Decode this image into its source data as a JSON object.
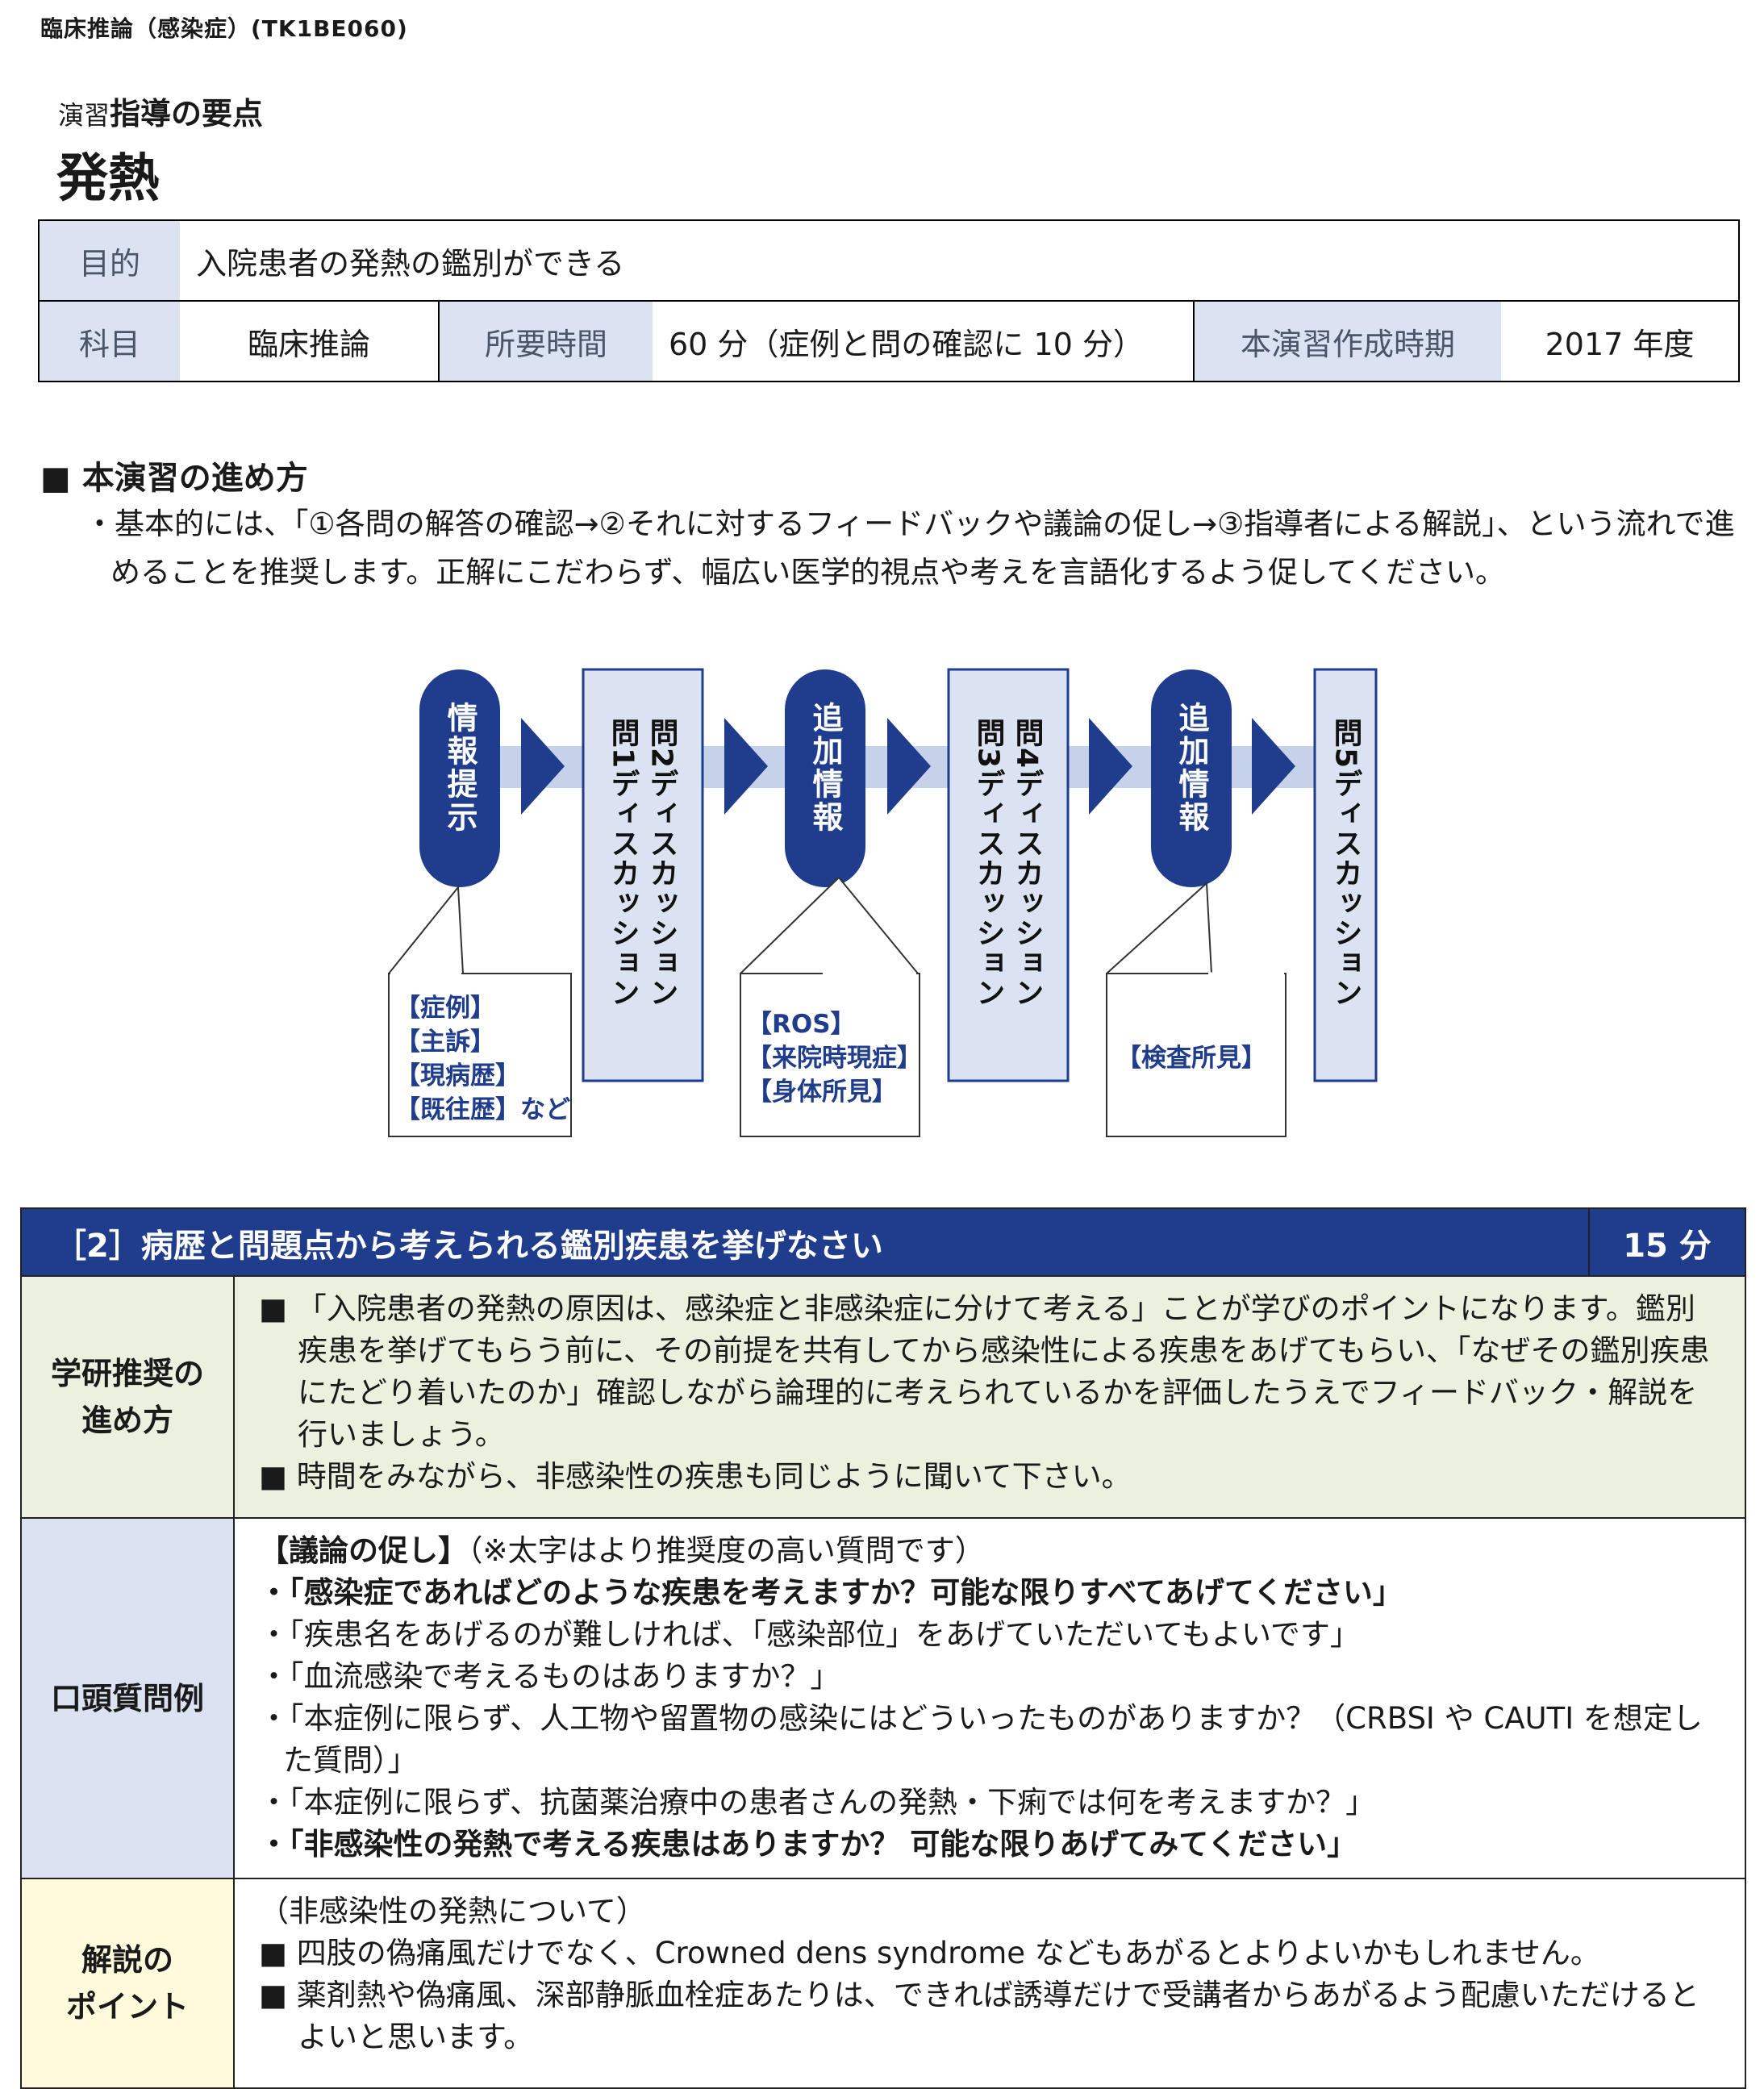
{
  "header": {
    "course": "臨床推論（感染症）(TK1BE060)",
    "subtitle_small": "演習",
    "subtitle_bold": "指導の要点",
    "title": "発熱"
  },
  "info": {
    "purpose_label": "目的",
    "purpose_value": "入院患者の発熱の鑑別ができる",
    "subject_label": "科目",
    "subject_value": "臨床推論",
    "time_label": "所要時間",
    "time_value": "60 分（症例と問の確認に 10 分）",
    "created_label": "本演習作成時期",
    "created_value": "2017 年度"
  },
  "method": {
    "heading": "■ 本演習の進め方",
    "text": "・基本的には、「①各問の解答の確認→②それに対するフィードバックや議論の促し→③指導者による解説」、という流れで進めることを推奨します。正解にこだわらず、幅広い医学的視点や考えを言語化するよう促してください。"
  },
  "flow": {
    "pill1": "情報提示",
    "box1_col1": "問1ディスカッション",
    "box1_col2": "問2ディスカッション",
    "pill2": "追加情報",
    "box2_col1": "問3ディスカッション",
    "box2_col2": "問4ディスカッション",
    "pill3": "追加情報",
    "box3_col1": "問5ディスカッション",
    "callout1": [
      "【症例】",
      "【主訴】",
      "【現病歴】",
      "【既往歴】など"
    ],
    "callout2": [
      "【ROS】",
      "【来院時現症】",
      "【身体所見】"
    ],
    "callout3": [
      "【検査所見】"
    ],
    "colors": {
      "navy": "#1f3d8c",
      "box_fill": "#dbe3f3",
      "band": "#c5d2ea"
    }
  },
  "main": {
    "header_title": "［2］病歴と問題点から考えられる鑑別疾患を挙げなさい",
    "header_time": "15 分",
    "row1_label": "学研推奨の\n進め方",
    "row1_bullet1": "■ 「入院患者の発熱の原因は、感染症と非感染症に分けて考える」ことが学びのポイントになります。鑑別疾患を挙げてもらう前に、その前提を共有してから感染性による疾患をあげてもらい、「なぜその鑑別疾患にたどり着いたのか」確認しながら論理的に考えられているかを評価したうえでフィードバック・解説を行いましょう。",
    "row1_bullet2": "■ 時間をみながら、非感染性の疾患も同じように聞いて下さい。",
    "row2_label": "口頭質問例",
    "row2_head_bold": "【議論の促し】",
    "row2_head_note": "（※太字はより推奨度の高い質問です）",
    "row2_q1": "・「感染症であればどのような疾患を考えますか？可能な限りすべてあげてください」",
    "row2_q2": "・「疾患名をあげるのが難しければ、「感染部位」をあげていただいてもよいです」",
    "row2_q3": "・「血流感染で考えるものはありますか？」",
    "row2_q4": "・「本症例に限らず、人工物や留置物の感染にはどういったものがありますか？（CRBSI や CAUTI を想定した質問）」",
    "row2_q5": "・「本症例に限らず、抗菌薬治療中の患者さんの発熱・下痢では何を考えますか？」",
    "row2_q6": "・「非感染性の発熱で考える疾患はありますか？ 可能な限りあげてみてください」",
    "row3_label": "解説の\nポイント",
    "row3_head": "（非感染性の発熱について）",
    "row3_bullet1": "■ 四肢の偽痛風だけでなく、Crowned dens syndrome などもあがるとよりよいかもしれません。",
    "row3_bullet2": "■ 薬剤熱や偽痛風、深部静脈血栓症あたりは、できれば誘導だけで受講者からあがるよう配慮いただけるとよいと思います。"
  }
}
